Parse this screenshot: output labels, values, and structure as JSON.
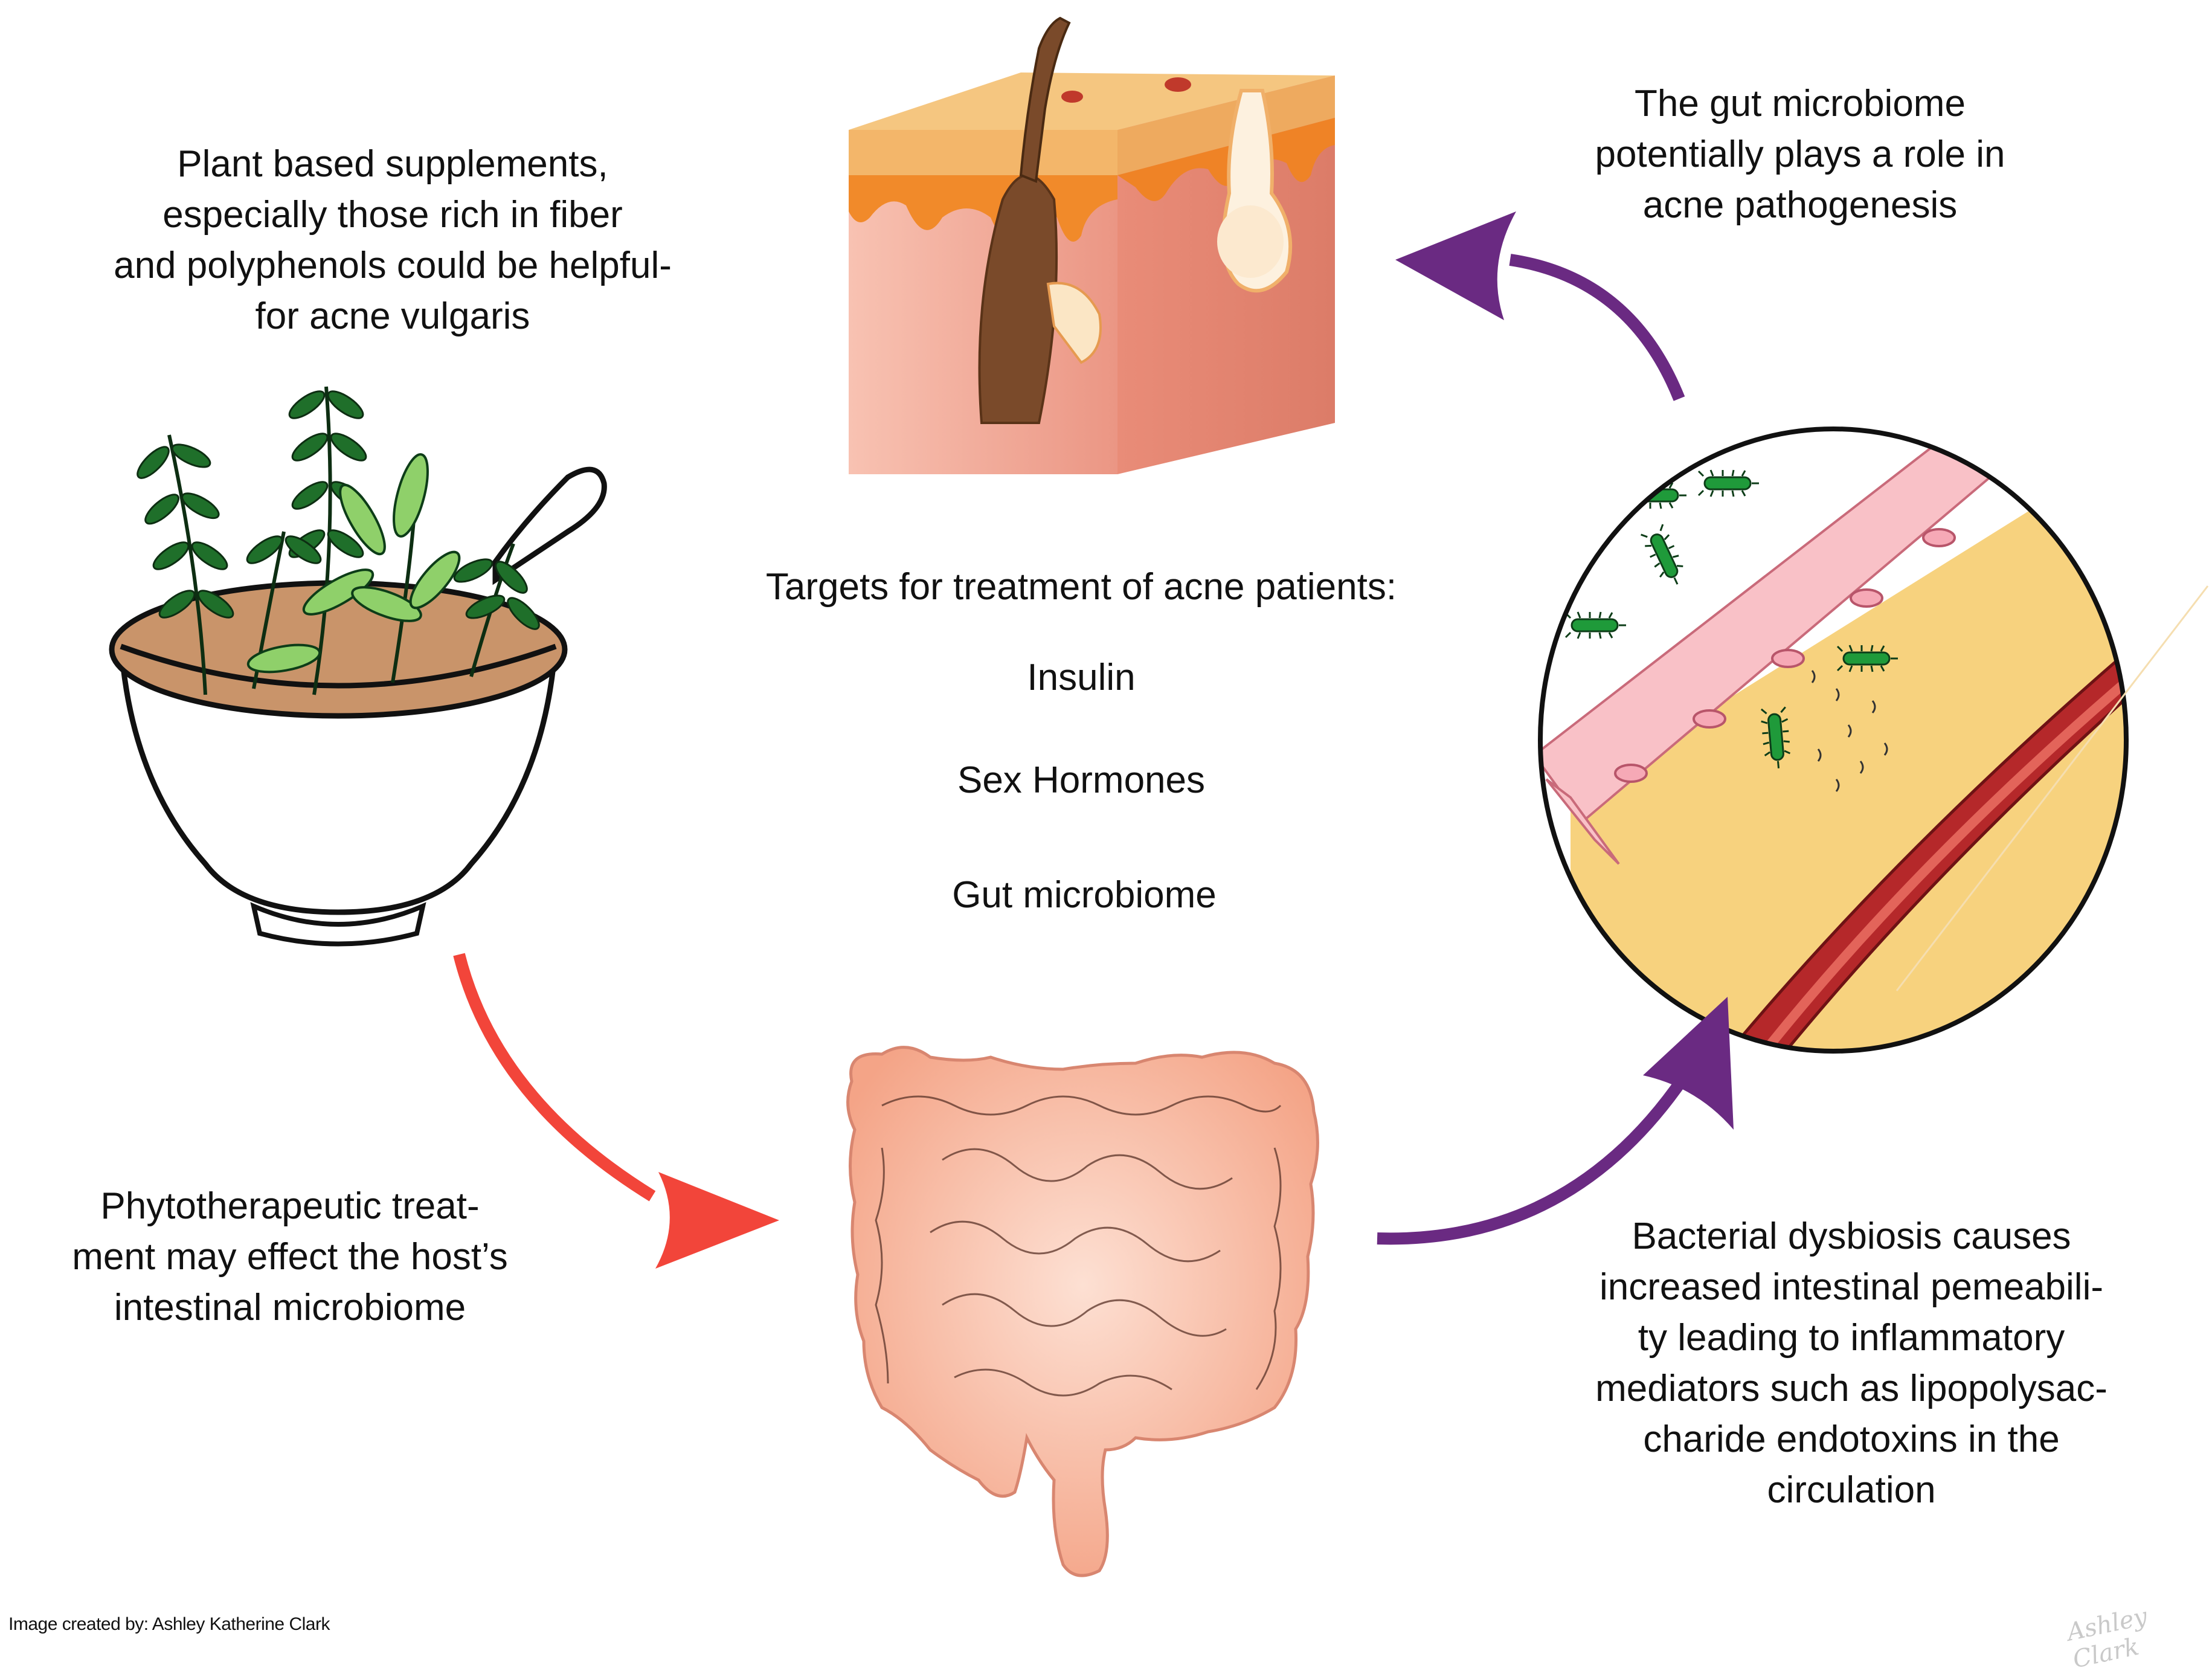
{
  "center": {
    "heading": "Targets for treatment of acne patients:",
    "targets": [
      "Insulin",
      "Sex Hormones",
      "Gut microbiome"
    ]
  },
  "captions": {
    "plant": [
      "Plant based supplements,",
      "especially those rich in fiber",
      "and polyphenols could be helpful-",
      "for acne vulgaris"
    ],
    "gut_role": [
      "The gut microbiome",
      "potentially plays a role in",
      "acne pathogenesis"
    ],
    "phyto": [
      "Phytotherapeutic treat-",
      "ment may effect the host’s",
      "intestinal microbiome"
    ],
    "dysbiosis": [
      "Bacterial dysbiosis causes",
      "increased intestinal pemeabili-",
      "ty leading to inflammatory",
      "mediators such as lipopolysac-",
      "charide endotoxins in the",
      "circulation"
    ]
  },
  "credit": "Image created by: Ashley Katherine Clark",
  "signature": "Ashley Clark",
  "colors": {
    "arrow_red": "#f2453a",
    "arrow_purple": "#6a2a82",
    "skin_pink": "#f0a18f",
    "skin_orange": "#f18a2a",
    "hair_brown": "#7a4a2a",
    "intestine": "#f6a88e",
    "leaf_dark": "#1f6f2a",
    "leaf_light": "#8fd06a",
    "bacteria_green": "#1f9a3a",
    "vessel_red": "#b5282a",
    "tissue_yellow": "#f7d27e"
  },
  "icons": [
    "herb-bowl-icon",
    "skin-cross-section-icon",
    "intestine-icon",
    "gut-lining-magnified-icon",
    "curved-arrow-icon"
  ]
}
